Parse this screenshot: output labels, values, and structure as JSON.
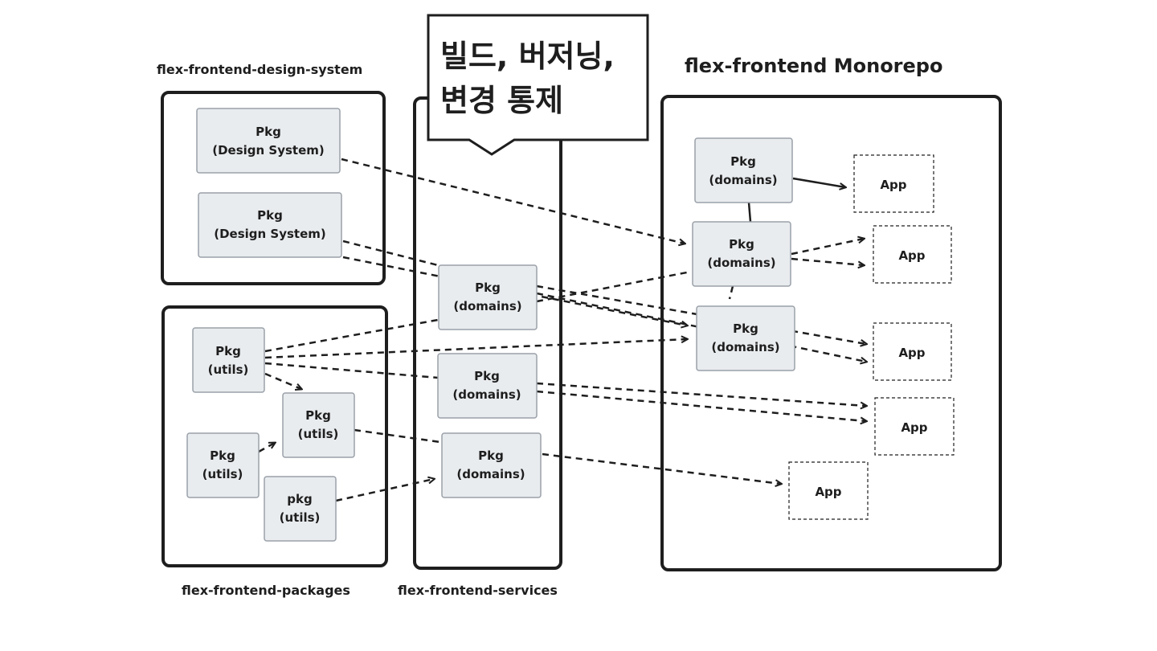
{
  "groups": {
    "design_system": "flex-frontend-design-system",
    "packages": "flex-frontend-packages",
    "services": "flex-frontend-services",
    "monorepo": "flex-frontend Monorepo"
  },
  "callout": {
    "line1": "빌드, 버저닝,",
    "line2": "변경 통제"
  },
  "nodes": {
    "ds1": {
      "line1": "Pkg",
      "line2": "(Design System)"
    },
    "ds2": {
      "line1": "Pkg",
      "line2": "(Design System)"
    },
    "u1": {
      "line1": "Pkg",
      "line2": "(utils)"
    },
    "u2": {
      "line1": "Pkg",
      "line2": "(utils)"
    },
    "u3": {
      "line1": "Pkg",
      "line2": "(utils)"
    },
    "u4": {
      "line1": "pkg",
      "line2": "(utils)"
    },
    "s1": {
      "line1": "Pkg",
      "line2": "(domains)"
    },
    "s2": {
      "line1": "Pkg",
      "line2": "(domains)"
    },
    "s3": {
      "line1": "Pkg",
      "line2": "(domains)"
    },
    "m1": {
      "line1": "Pkg",
      "line2": "(domains)"
    },
    "m2": {
      "line1": "Pkg",
      "line2": "(domains)"
    },
    "m3": {
      "line1": "Pkg",
      "line2": "(domains)"
    },
    "app1": {
      "label": "App"
    },
    "app2": {
      "label": "App"
    },
    "app3": {
      "label": "App"
    },
    "app4": {
      "label": "App"
    },
    "app5": {
      "label": "App"
    }
  }
}
